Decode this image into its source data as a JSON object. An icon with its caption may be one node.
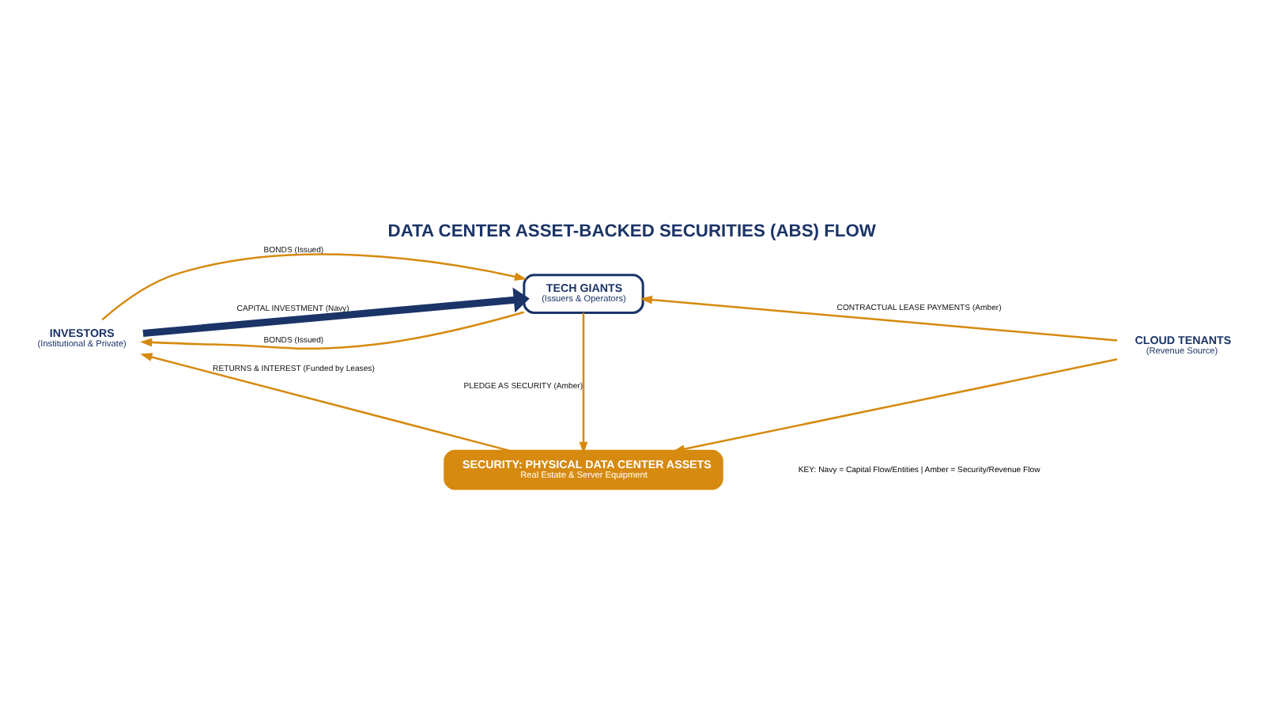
{
  "diagram": {
    "title": "DATA CENTER ASSET-BACKED SECURITIES (ABS) FLOW",
    "nodes": [
      {
        "text": [
          "INVESTORS",
          "(Institutional & Private)"
        ]
      },
      {
        "text": [
          "TECH GIANTS",
          "(Issuers & Operators)"
        ]
      },
      {
        "text": [
          "CLOUD TENANTS",
          "(Revenue Source)"
        ]
      },
      {
        "text": [
          "SECURITY: PHYSICAL DATA CENTER ASSETS",
          "Real Estate & Server Equipment"
        ]
      }
    ],
    "edges": [
      {
        "from": 0,
        "to": 1,
        "arrow": "to",
        "label": "BONDS (Issued)"
      },
      {
        "from": 0,
        "to": 1,
        "arrow": "to",
        "label": "CAPITAL INVESTMENT (Navy)",
        "style": "thick",
        "color": "#1b3467"
      },
      {
        "from": 1,
        "to": 0,
        "arrow": "to",
        "label": "BONDS (Issued)"
      },
      {
        "from": 2,
        "to": 1,
        "arrow": "to",
        "label": "CONTRACTUAL LEASE PAYMENTS (Amber)"
      },
      {
        "from": 1,
        "to": 3,
        "arrow": "to",
        "label": "PLEDGE AS SECURITY (Amber)"
      },
      {
        "from": 2,
        "to": 3,
        "arrow": "to"
      },
      {
        "from": 3,
        "to": 0,
        "arrow": "to",
        "label": "RETURNS & INTEREST (Funded by Leases)"
      }
    ],
    "labels": [
      "KEY: Navy = Capital Flow/Entities | Amber = Security/Revenue Flow"
    ]
  }
}
